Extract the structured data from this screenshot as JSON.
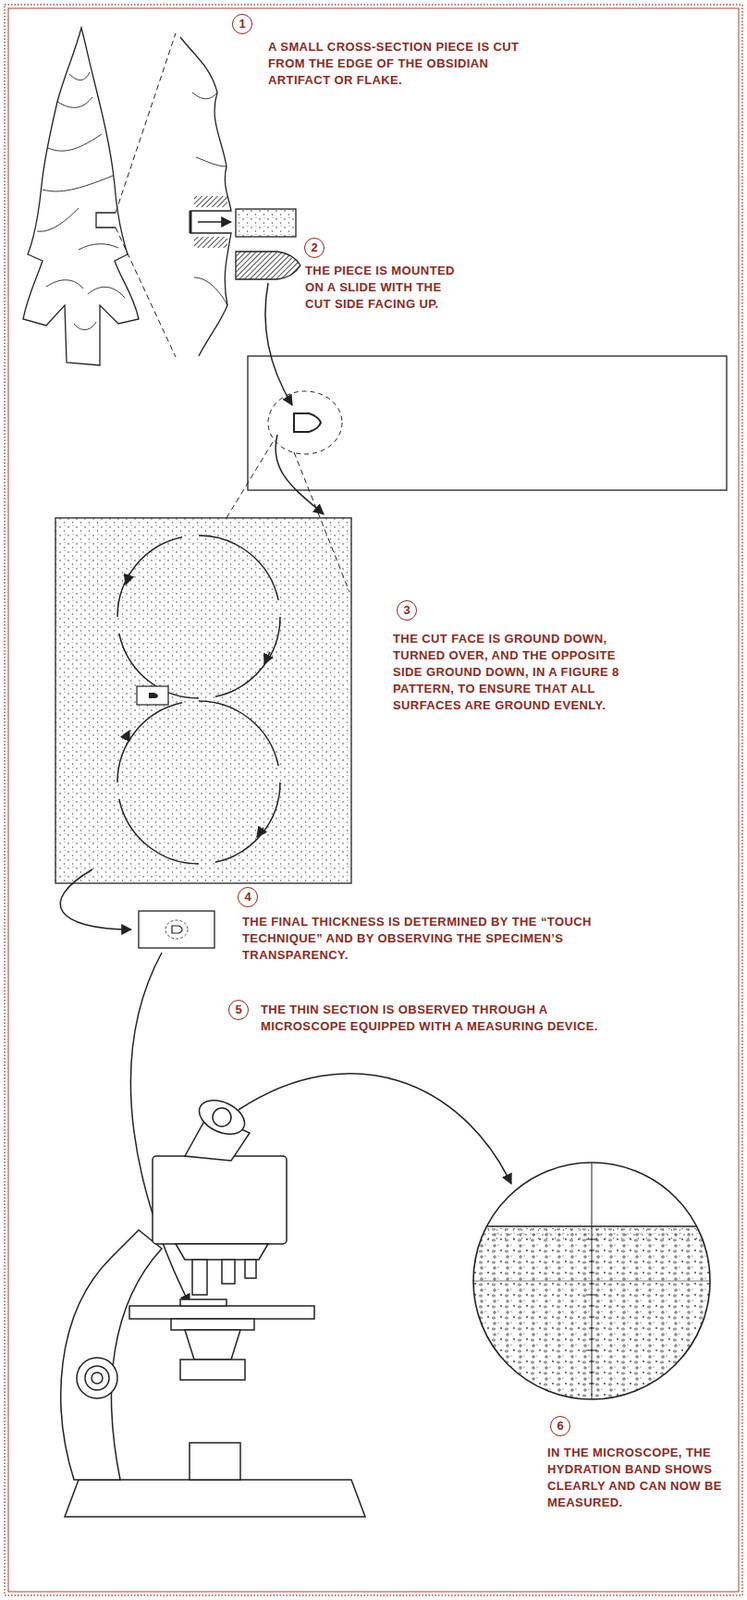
{
  "diagram": {
    "labels": [
      "1",
      "A SMALL CROSS-SECTION PIECE IS CUT FROM THE EDGE OF THE OBSIDIAN ARTIFACT OR FLAKE.",
      "2",
      "THE PIECE IS MOUNTED ON A SLIDE WITH THE CUT SIDE FACING UP.",
      "3",
      "THE CUT FACE IS GROUND DOWN, TURNED OVER, AND THE OPPOSITE SIDE GROUND DOWN, IN A FIGURE 8 PATTERN, TO ENSURE THAT ALL SURFACES ARE GROUND EVENLY.",
      "4",
      "THE FINAL THICKNESS IS DETERMINED BY THE “TOUCH TECHNIQUE” AND BY OBSERVING THE SPECIMEN’S TRANSPARENCY.",
      "5",
      "THE THIN SECTION IS OBSERVED THROUGH A MICROSCOPE EQUIPPED WITH A MEASURING DEVICE.",
      "6",
      "IN THE MICROSCOPE, THE HYDRATION BAND SHOWS CLEARLY AND CAN NOW BE MEASURED."
    ]
  }
}
